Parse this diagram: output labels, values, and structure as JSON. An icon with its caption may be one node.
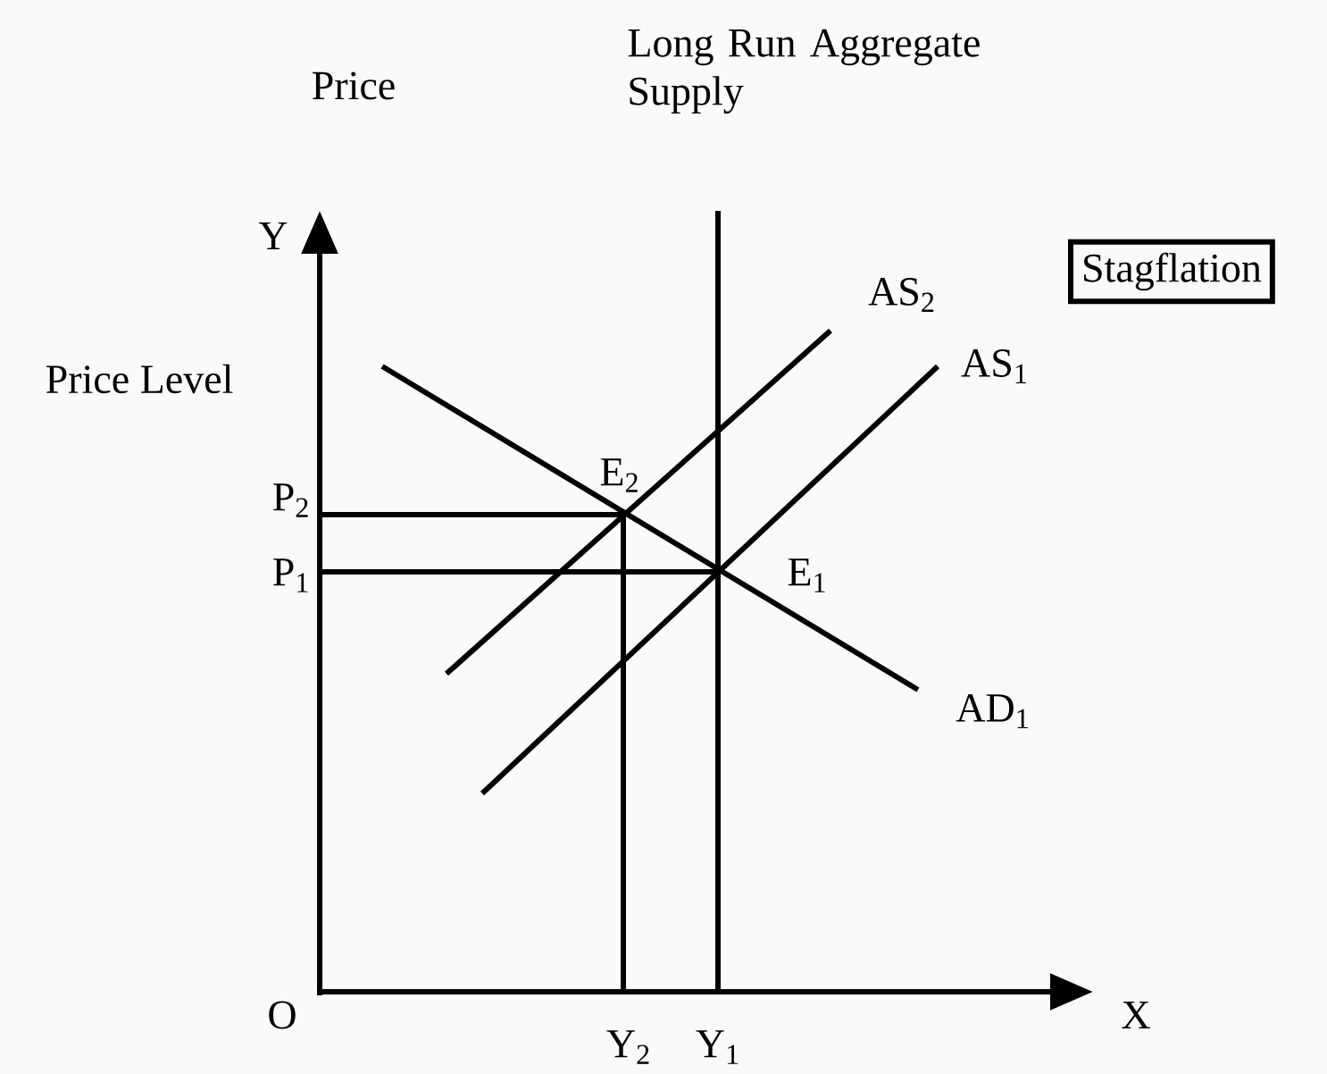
{
  "diagram": {
    "nodes": [
      {
        "text": [
          "Stagflation"
        ]
      }
    ],
    "edges": [],
    "labels": [
      "Long Run Aggregate Supply",
      "Price",
      "Y",
      "AS$_{2}$",
      "Price Level",
      "AS$_{1}$",
      "E$_{2}$",
      "P$_{2}$",
      "P$_{1}$",
      "E$_{1}$",
      "AD$_{1}$",
      "O",
      "X",
      "Y$_{2}$",
      "Y$_{1}$"
    ]
  }
}
